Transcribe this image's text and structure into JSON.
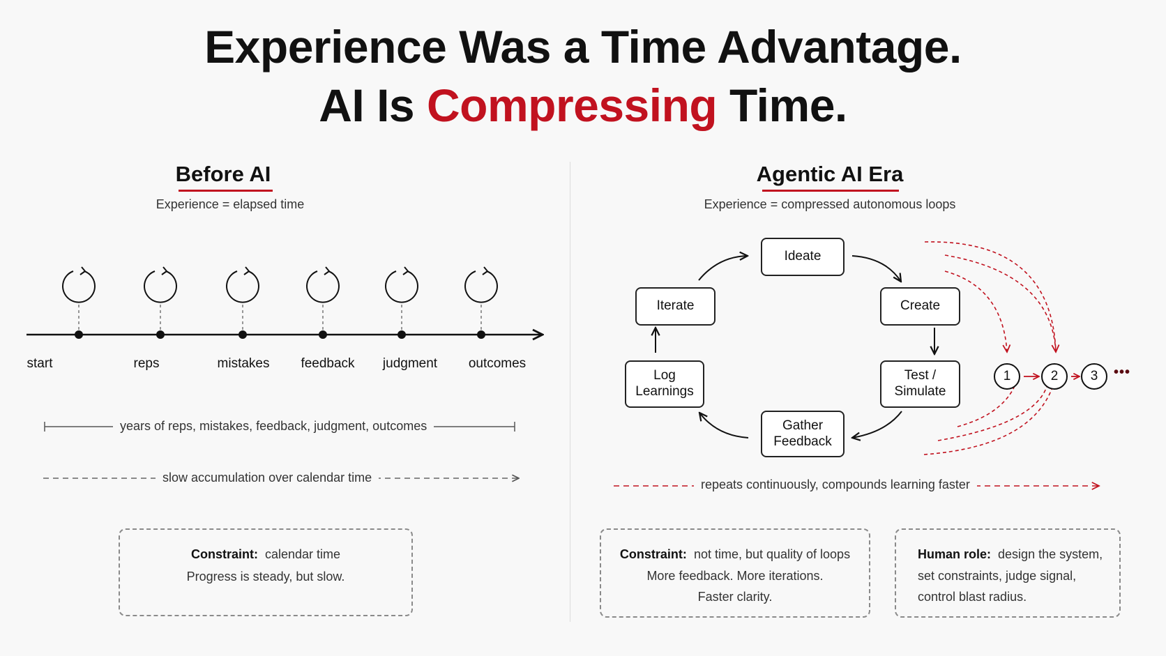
{
  "title": {
    "line1": "Experience Was a Time Advantage.",
    "line2_part1": "AI Is ",
    "line2_accent": "Compressing",
    "line2_part2": " Time."
  },
  "colors": {
    "accent": "#c1121f",
    "text": "#111111",
    "muted": "#333333",
    "border": "#8a8a8a"
  },
  "before": {
    "heading": "Before AI",
    "subtitle": "Experience = elapsed time",
    "timeline_labels": [
      "start",
      "reps",
      "mistakes",
      "feedback",
      "judgment",
      "outcomes"
    ],
    "span_label": "years of reps, mistakes, feedback, judgment, outcomes",
    "accumulation_label": "slow accumulation over calendar time",
    "constraint": {
      "label": "Constraint:",
      "value": "calendar time",
      "note": "Progress is steady, but slow."
    }
  },
  "agentic": {
    "heading": "Agentic AI Era",
    "subtitle": "Experience = compressed autonomous loops",
    "loop_steps": {
      "ideate": "Ideate",
      "create": "Create",
      "test_line1": "Test /",
      "test_line2": "Simulate",
      "gather_line1": "Gather",
      "gather_line2": "Feedback",
      "log_line1": "Log",
      "log_line2": "Learnings",
      "iterate": "Iterate"
    },
    "iterations": [
      "1",
      "2",
      "3"
    ],
    "more_symbol": "•••",
    "repeat_label": "repeats continuously, compounds learning faster",
    "constraint": {
      "label": "Constraint:",
      "value": "not time, but quality of loops",
      "line2": "More feedback. More iterations.",
      "line3": "Faster clarity."
    },
    "human_role": {
      "label": "Human role:",
      "value": "design the system,",
      "line2": "set constraints, judge signal,",
      "line3": "control blast radius."
    }
  }
}
